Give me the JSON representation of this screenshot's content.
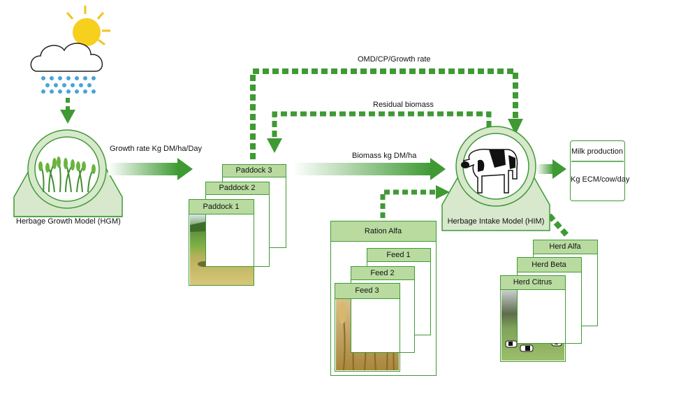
{
  "weather": {
    "icon": "sun-cloud-rain-icon"
  },
  "hgm": {
    "label": "Herbage Growth Model (HGM)",
    "icon": "grass-icon"
  },
  "him": {
    "label": "Herbage Intake Model (HIM)",
    "icon": "cow-icon"
  },
  "flows": {
    "growth_rate": "Growth rate Kg DM/ha/Day",
    "biomass": "Biomass kg DM/ha",
    "omd": "OMD/CP/Growth rate",
    "residual": "Residual biomass"
  },
  "paddocks": [
    "Paddock 3",
    "Paddock 2",
    "Paddock 1"
  ],
  "ration": {
    "title": "Ration Alfa",
    "feeds": [
      "Feed 1",
      "Feed 2",
      "Feed 3"
    ]
  },
  "herds": [
    "Herd Alfa",
    "Herd Beta",
    "Herd Citrus"
  ],
  "milk": {
    "title": "Milk production",
    "unit": "Kg ECM/cow/day"
  },
  "colors": {
    "green": "#3f9a34",
    "light_green": "#b9dba0",
    "frame": "#d7e8cc"
  }
}
